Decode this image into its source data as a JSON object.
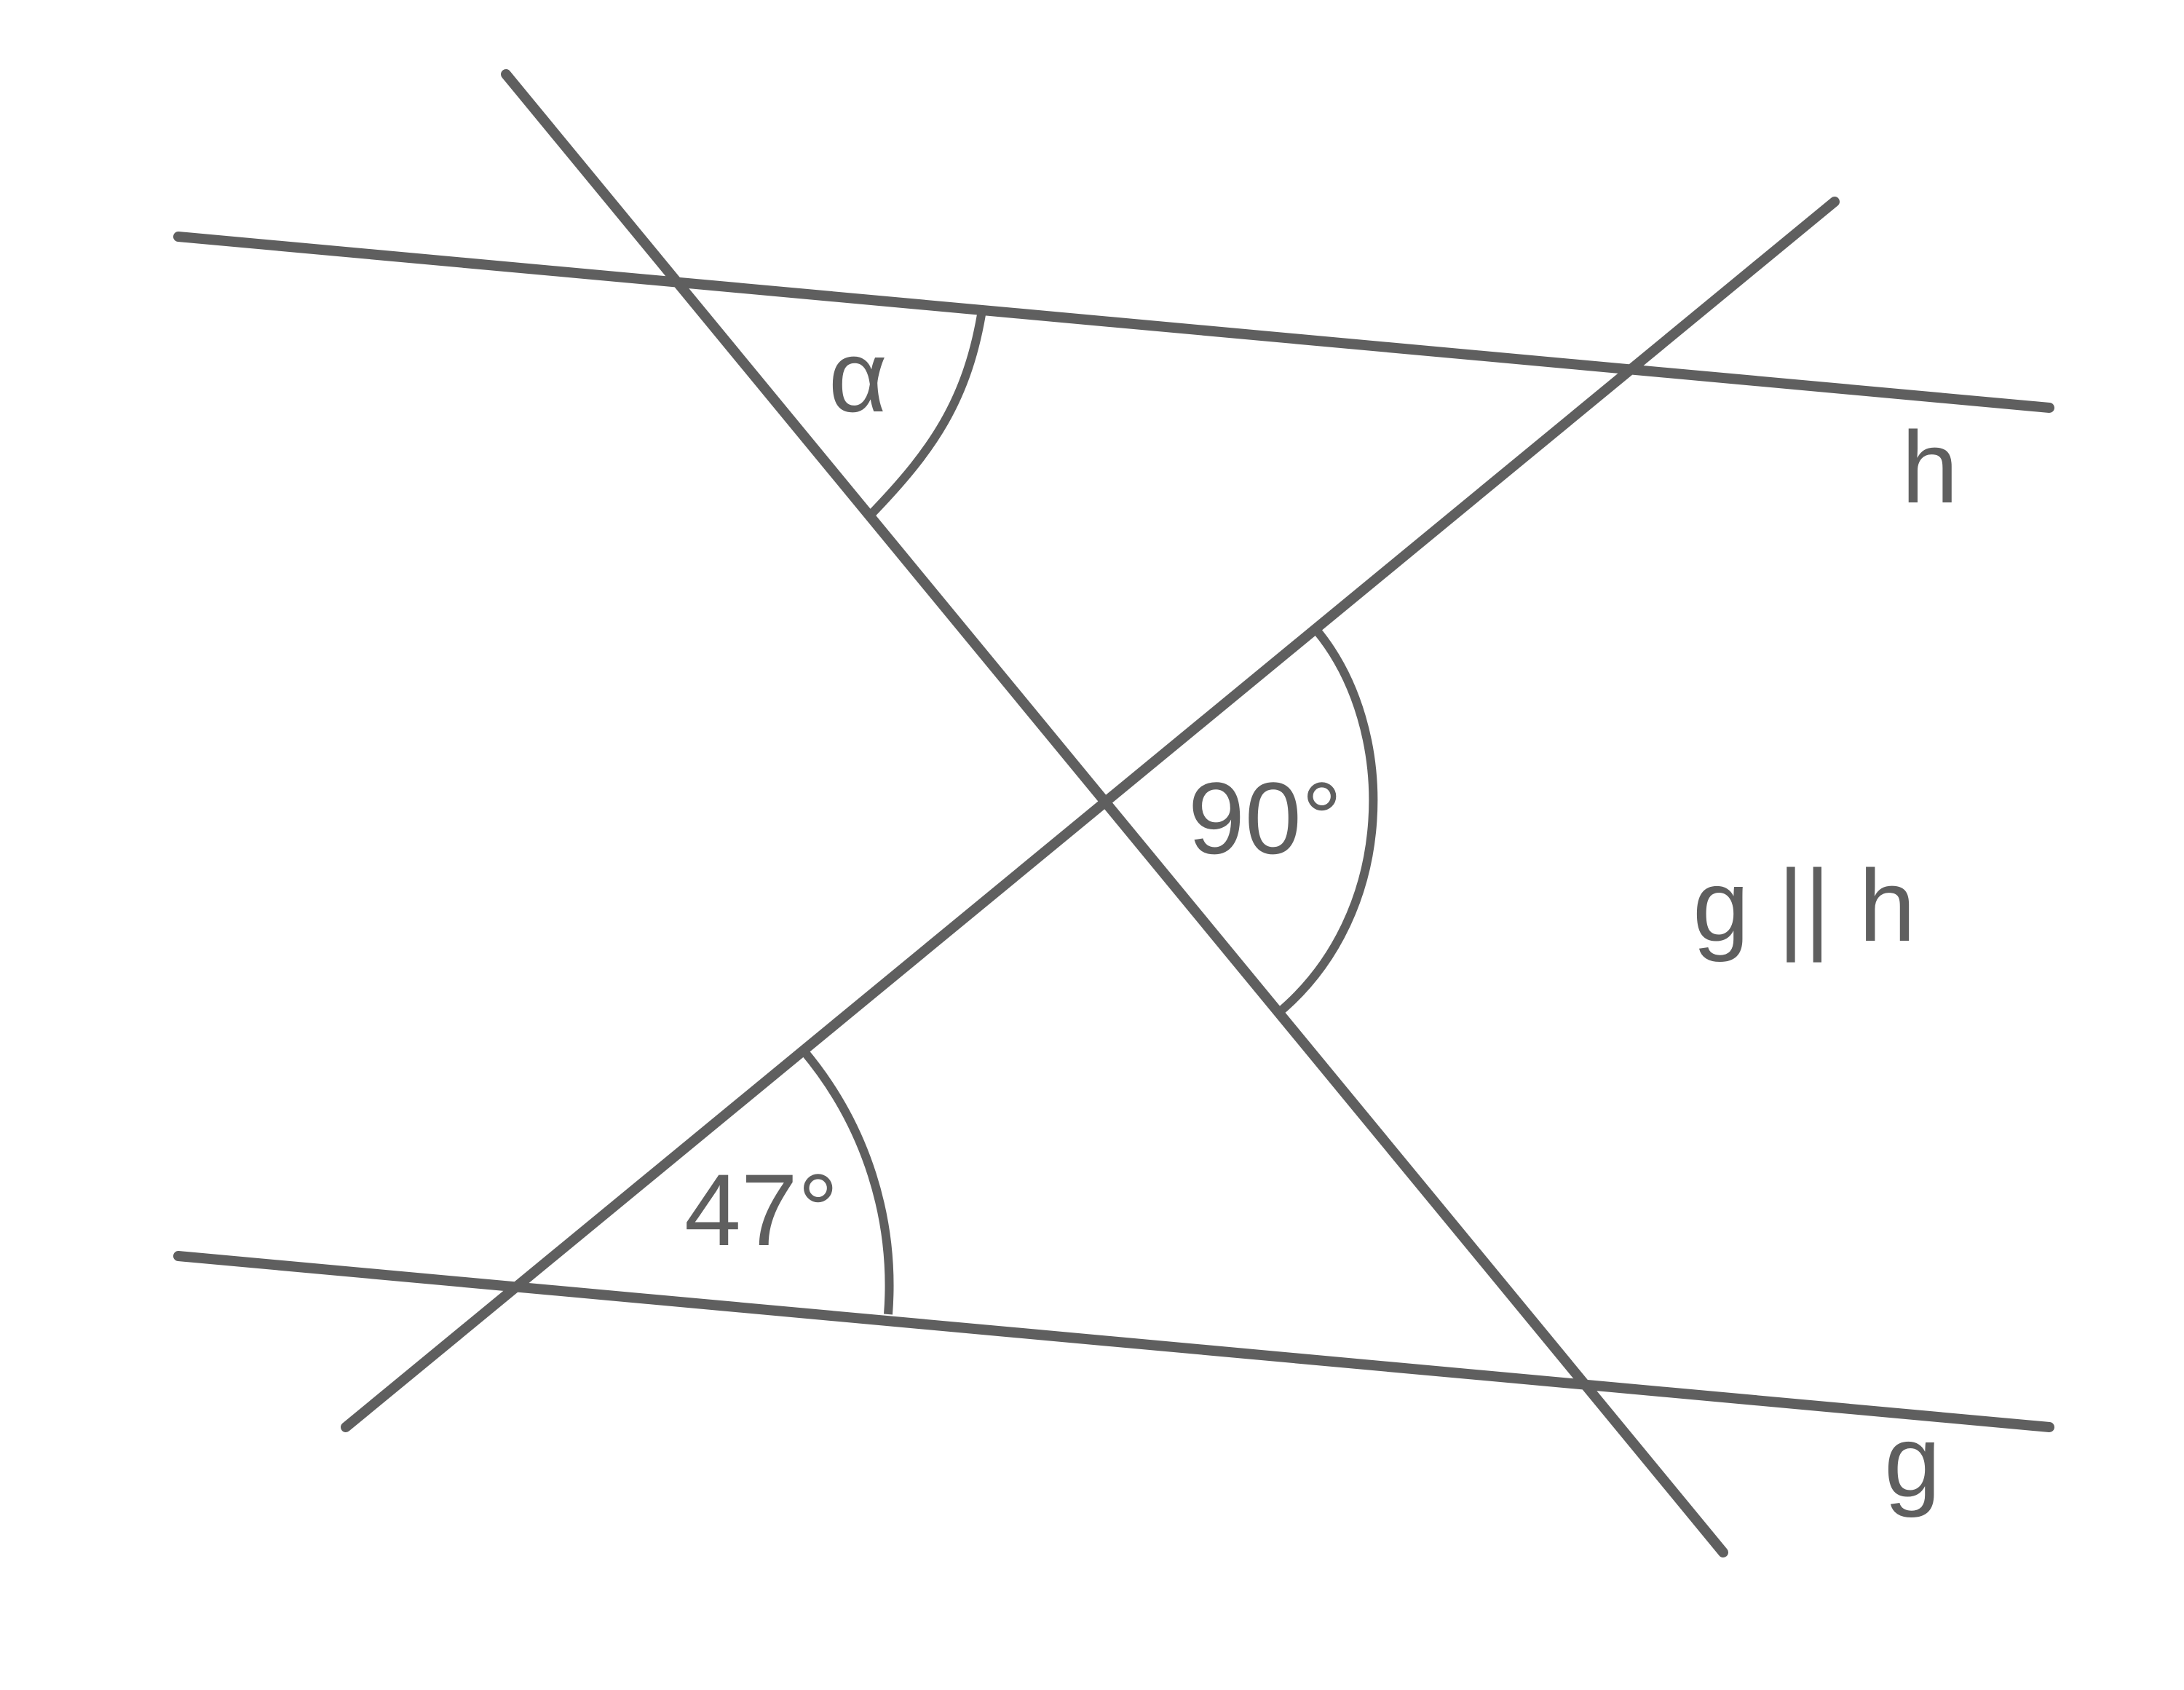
{
  "labels": {
    "alpha": "α",
    "angle_90": "90°",
    "angle_47": "47°",
    "line_h": "h",
    "line_g": "g",
    "parallel_note": "g || h"
  },
  "colors": {
    "stroke": "#5f5f5f",
    "background": "#ffffff"
  }
}
